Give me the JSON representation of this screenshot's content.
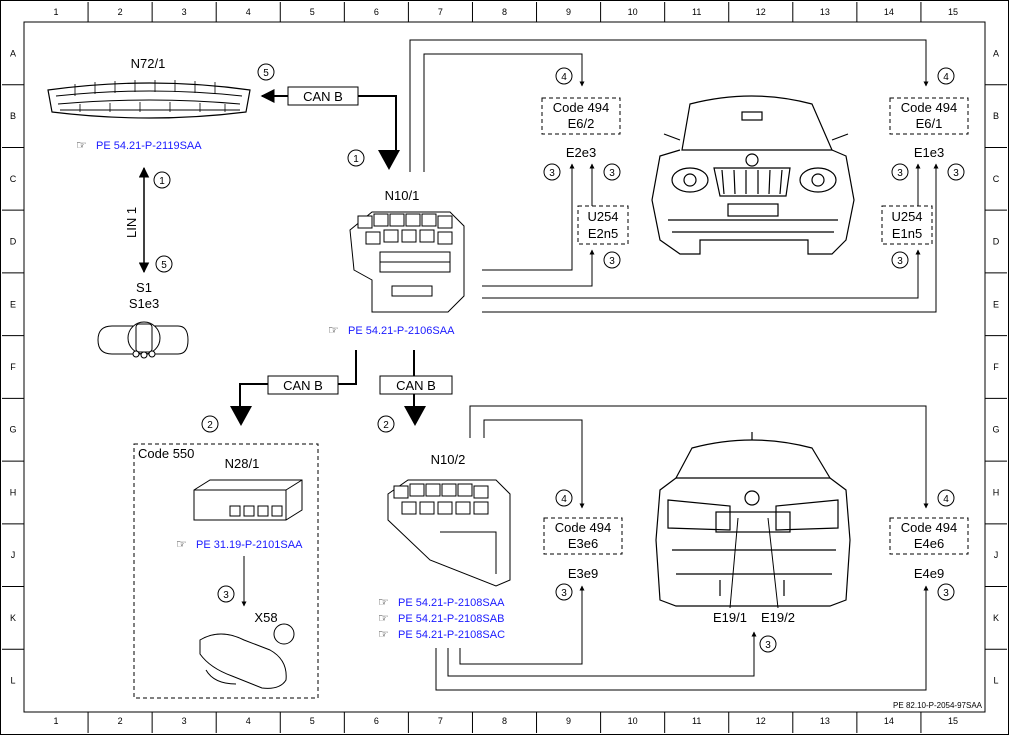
{
  "columns": [
    "1",
    "2",
    "3",
    "4",
    "5",
    "6",
    "7",
    "8",
    "9",
    "10",
    "11",
    "12",
    "13",
    "14",
    "15"
  ],
  "rows": [
    "A",
    "B",
    "C",
    "D",
    "E",
    "F",
    "G",
    "H",
    "J",
    "K",
    "L"
  ],
  "footer_code": "PE 82.10-P-2054-97SAA",
  "components": {
    "n72_1": "N72/1",
    "n10_1": "N10/1",
    "n10_2": "N10/2",
    "s1": "S1",
    "s1e3": "S1e3",
    "n28_1": "N28/1",
    "x58": "X58",
    "e19_1": "E19/1",
    "e19_2": "E19/2"
  },
  "bus_labels": {
    "can_b_top": "CAN B",
    "can_b_left": "CAN B",
    "can_b_right": "CAN B",
    "lin_1": "LIN 1"
  },
  "references": {
    "n72_1": "PE 54.21-P-2119SAA",
    "n10_1": "PE 54.21-P-2106SAA",
    "n28_1": "PE 31.19-P-2101SAA",
    "n10_2_a": "PE 54.21-P-2108SAA",
    "n10_2_b": "PE 54.21-P-2108SAB",
    "n10_2_c": "PE 54.21-P-2108SAC"
  },
  "code_boxes": {
    "e6_2": {
      "code": "Code 494",
      "name": "E6/2"
    },
    "e6_1": {
      "code": "Code 494",
      "name": "E6/1"
    },
    "e2n5": {
      "code": "U254",
      "name": "E2n5"
    },
    "e1n5": {
      "code": "U254",
      "name": "E1n5"
    },
    "e3e6": {
      "code": "Code 494",
      "name": "E3e6"
    },
    "e4e6": {
      "code": "Code 494",
      "name": "E4e6"
    },
    "code_550": "Code 550"
  },
  "lamp_labels": {
    "e2e3": "E2e3",
    "e1e3": "E1e3",
    "e3e9": "E3e9",
    "e4e9": "E4e9"
  },
  "circle_numbers": {
    "n1": "1",
    "n2": "2",
    "n3": "3",
    "n4": "4",
    "n5": "5"
  }
}
